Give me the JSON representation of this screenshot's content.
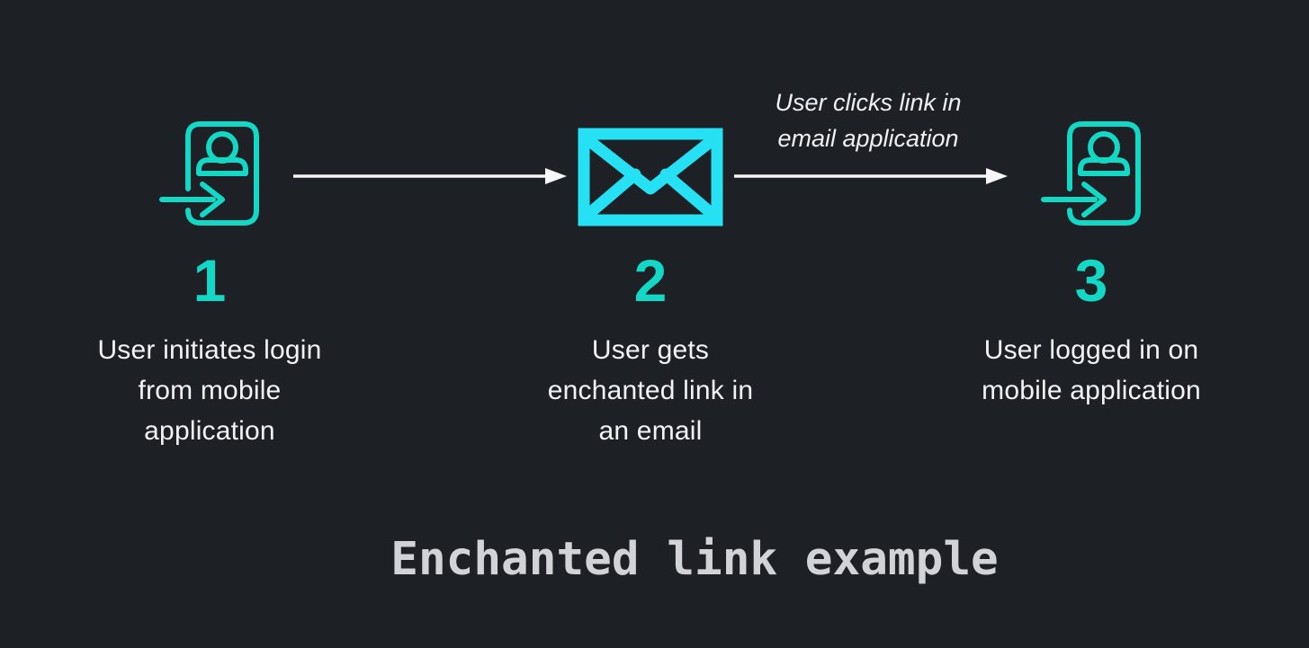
{
  "diagram": {
    "title": "Enchanted link example",
    "annotation": {
      "line1": "User clicks link in",
      "line2": "email application"
    },
    "steps": [
      {
        "number": "1",
        "icon": "login-icon",
        "lines": {
          "0": "User initiates login",
          "1": "from mobile",
          "2": "application"
        }
      },
      {
        "number": "2",
        "icon": "envelope-icon",
        "lines": {
          "0": "User gets",
          "1": "enchanted link in",
          "2": "an email"
        }
      },
      {
        "number": "3",
        "icon": "login-icon",
        "lines": {
          "0": "User logged in on",
          "1": "mobile application"
        }
      }
    ],
    "arrows": [
      {
        "from": "step-1",
        "to": "step-2"
      },
      {
        "from": "step-2",
        "to": "step-3"
      }
    ],
    "colors": {
      "background": "#1d2025",
      "accent_teal": "#13d8c5",
      "accent_cyan": "#25e1f3",
      "caption_text": "#f2f3f5",
      "annotation_text": "#eef0f2",
      "title_text": "#d1d3d7",
      "arrow": "#f6f6f6"
    }
  }
}
